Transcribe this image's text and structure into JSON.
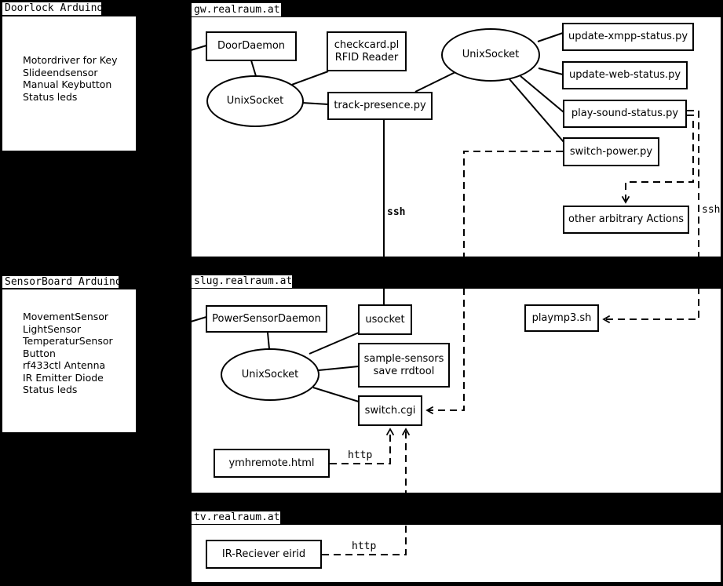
{
  "clusters": {
    "gw": {
      "label": "gw.realraum.at"
    },
    "slug": {
      "label": "slug.realraum.at"
    },
    "tv": {
      "label": "tv.realraum.at"
    }
  },
  "hardware": {
    "doorlock": {
      "label": "Doorlock Arduino",
      "features": "Motordriver for Key\nSlideendsensor\nManual Keybutton\nStatus leds"
    },
    "sensorboard": {
      "label": "SensorBoard Arduino",
      "features": "MovementSensor\nLightSensor\nTemperaturSensor\nButton\nrf433ctl Antenna\nIR Emitter Diode\nStatus leds"
    }
  },
  "nodes": {
    "doordaemon": {
      "label": "DoorDaemon"
    },
    "checkcard": {
      "label": "checkcard.pl\nRFID Reader"
    },
    "unixsocket_gw": {
      "label": "UnixSocket"
    },
    "track_presence": {
      "label": "track-presence.py"
    },
    "unixsocket_gw2": {
      "label": "UnixSocket"
    },
    "update_xmpp": {
      "label": "update-xmpp-status.py"
    },
    "update_web": {
      "label": "update-web-status.py"
    },
    "play_sound": {
      "label": "play-sound-status.py"
    },
    "switch_power": {
      "label": "switch-power.py"
    },
    "other_actions": {
      "label": "other arbitrary Actions"
    },
    "powersensordaemon": {
      "label": "PowerSensorDaemon"
    },
    "usocket": {
      "label": "usocket"
    },
    "unixsocket_slug": {
      "label": "UnixSocket"
    },
    "sample_sensors": {
      "label": "sample-sensors\nsave rrdtool"
    },
    "switch_cgi": {
      "label": "switch.cgi"
    },
    "playmp3": {
      "label": "playmp3.sh"
    },
    "ymhremote": {
      "label": "ymhremote.html"
    },
    "ir_reciever": {
      "label": "IR-Reciever eirid"
    }
  },
  "edge_labels": {
    "ssh_track": "ssh",
    "ssh_play": "ssh",
    "http_ymh": "http",
    "http_ir": "http"
  },
  "colors": {
    "background": "#000000",
    "surface": "#ffffff",
    "line": "#000000"
  }
}
